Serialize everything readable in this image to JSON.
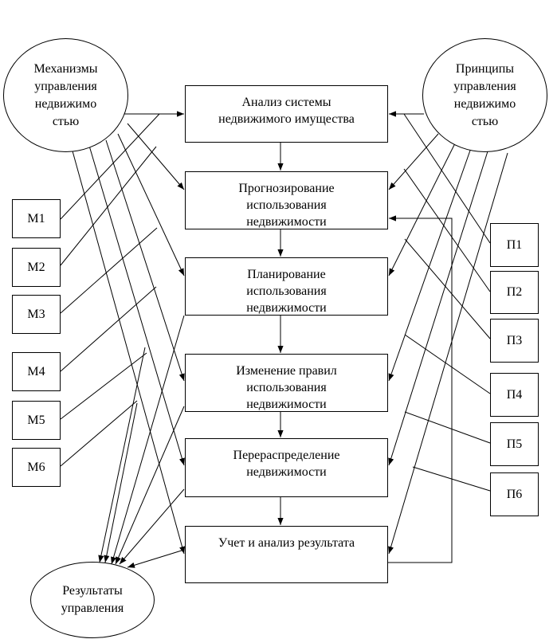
{
  "mechanisms": {
    "label": "Механизмы\nуправления\nнедвижимо\nстью"
  },
  "principles": {
    "label": "Принципы\nуправления\nнедвижимо\nстью"
  },
  "results": {
    "label": "Результаты\nуправления"
  },
  "process_steps": [
    {
      "label": "Анализ системы\nнедвижимого имущества"
    },
    {
      "label": "Прогнозирование\nиспользования\nнедвижимости"
    },
    {
      "label": "Планирование\nиспользования\nнедвижимости"
    },
    {
      "label": "Изменение правил\nиспользования\nнедвижимости"
    },
    {
      "label": "Перераспределение\nнедвижимости"
    },
    {
      "label": "Учет и анализ результата"
    }
  ],
  "m_items": [
    "М1",
    "М2",
    "М3",
    "М4",
    "М5",
    "М6"
  ],
  "p_items": [
    "П1",
    "П2",
    "П3",
    "П4",
    "П5",
    "П6"
  ]
}
